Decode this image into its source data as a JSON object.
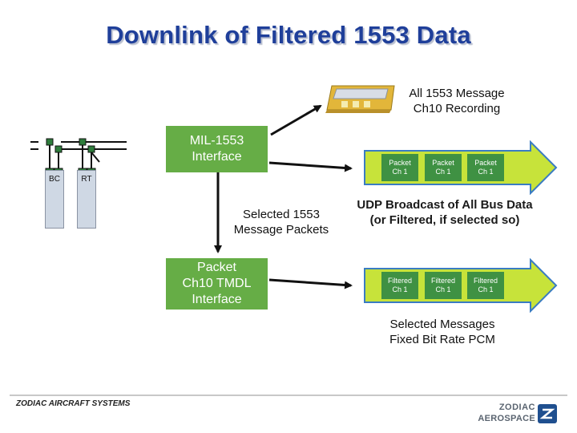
{
  "title": "Downlink of Filtered 1553 Data",
  "recorder": {
    "label_line1": "All 1553 Message",
    "label_line2": "Ch10 Recording"
  },
  "bus": {
    "bc_label": "BC",
    "rt_label": "RT"
  },
  "mil_interface": {
    "line1": "MIL-1553",
    "line2": "Interface"
  },
  "selected_label": {
    "line1": "Selected 1553",
    "line2": "Message Packets"
  },
  "tmdl_interface": {
    "line1": "Packet",
    "line2": "Ch10 TMDL",
    "line3": "Interface"
  },
  "udp_stream": {
    "packets": [
      {
        "line1": "Packet",
        "line2": "Ch 1"
      },
      {
        "line1": "Packet",
        "line2": "Ch 1"
      },
      {
        "line1": "Packet",
        "line2": "Ch 1"
      }
    ],
    "caption_line1": "UDP Broadcast of  All Bus Data",
    "caption_line2": "(or Filtered, if selected so)"
  },
  "pcm_stream": {
    "packets": [
      {
        "line1": "Filtered",
        "line2": "Ch 1"
      },
      {
        "line1": "Filtered",
        "line2": "Ch 1"
      },
      {
        "line1": "Filtered",
        "line2": "Ch 1"
      }
    ],
    "caption_line1": "Selected Messages",
    "caption_line2": "Fixed Bit Rate PCM"
  },
  "footer": {
    "company": "ZODIAC AIRCRAFT SYSTEMS",
    "logo_line1": "ZODIAC",
    "logo_line2": "AEROSPACE"
  },
  "colors": {
    "title": "#1f3f9a",
    "green_box": "#66ad46",
    "packet_box": "#3f9143",
    "arrow_fill": "#c7e33a",
    "arrow_stroke": "#3a7cc2"
  }
}
